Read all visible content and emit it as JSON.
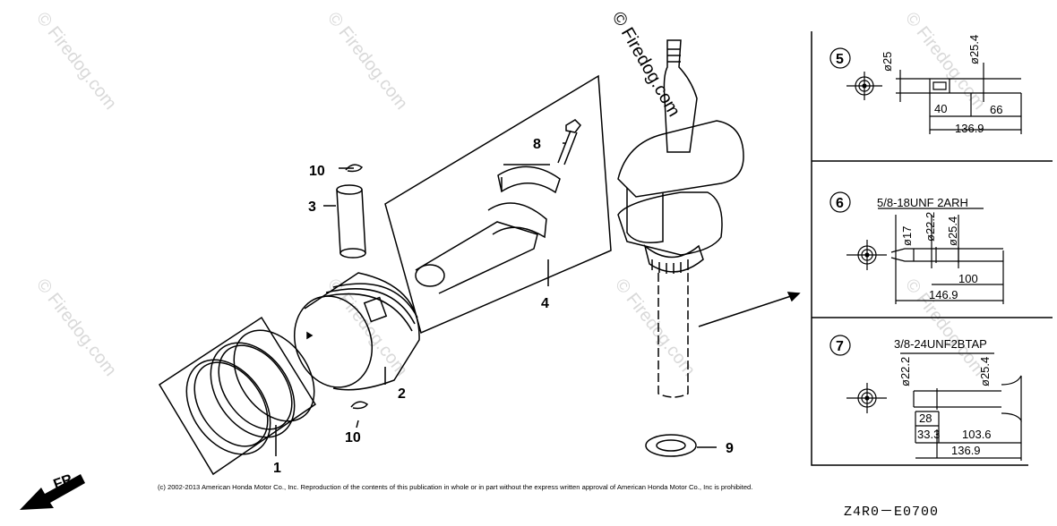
{
  "watermark": "© Firedog.com",
  "callouts": [
    "1",
    "2",
    "3",
    "4",
    "8",
    "9",
    "10",
    "10"
  ],
  "front_label": "FR.",
  "details": [
    {
      "id": "5",
      "labels": [
        "ø25",
        "ø25.4",
        "40",
        "66",
        "136.9"
      ]
    },
    {
      "id": "6",
      "thread": "5/8-18UNF 2ARH",
      "labels": [
        "ø17",
        "ø22.2",
        "ø25.4",
        "100",
        "146.9"
      ]
    },
    {
      "id": "7",
      "thread": "3/8-24UNF2BTAP",
      "labels": [
        "ø22.2",
        "ø25.4",
        "28",
        "33.3",
        "103.6",
        "136.9"
      ]
    }
  ],
  "copyright": "(c) 2002-2013 American Honda Motor Co., Inc. Reproduction of the contents of this publication in whole or in part without the express written approval of American Honda Motor Co., Inc is prohibited.",
  "diagram_code": "Z4R0－E0700"
}
